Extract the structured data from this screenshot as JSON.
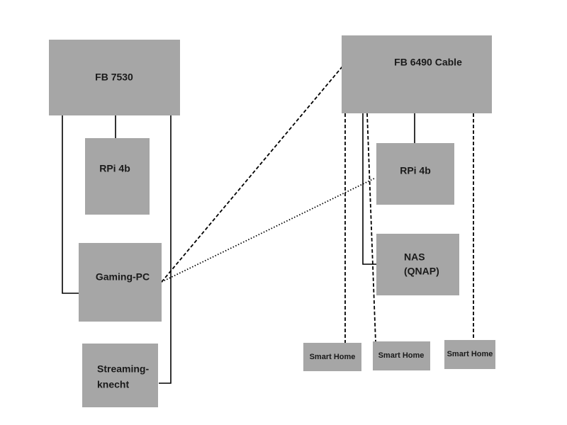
{
  "colors": {
    "node_fill": "#a6a6a6",
    "line": "#000000",
    "background": "#ffffff"
  },
  "nodes": {
    "fb7530": {
      "label": "FB 7530"
    },
    "fb6490": {
      "label": "FB 6490 Cable"
    },
    "rpi_left": {
      "label": "RPi 4b"
    },
    "rpi_right": {
      "label": "RPi 4b"
    },
    "gaming_pc": {
      "label": "Gaming-PC"
    },
    "streaming": {
      "lines": [
        "Streaming-",
        "knecht"
      ]
    },
    "nas": {
      "lines": [
        "NAS",
        "(QNAP)"
      ]
    },
    "smart_home_1": {
      "label": "Smart Home"
    },
    "smart_home_2": {
      "label": "Smart Home"
    },
    "smart_home_3": {
      "label": "Smart Home"
    }
  },
  "connections": [
    {
      "from": "fb7530",
      "to": "rpi_left",
      "style": "solid"
    },
    {
      "from": "fb7530",
      "to": "gaming_pc",
      "style": "solid"
    },
    {
      "from": "fb7530",
      "to": "streaming",
      "style": "solid"
    },
    {
      "from": "gaming_pc",
      "to": "fb6490",
      "style": "dashed"
    },
    {
      "from": "gaming_pc",
      "to": "rpi_right",
      "style": "dotted"
    },
    {
      "from": "fb6490",
      "to": "rpi_right",
      "style": "solid"
    },
    {
      "from": "fb6490",
      "to": "nas",
      "style": "solid"
    },
    {
      "from": "fb6490",
      "to": "smart_home_1",
      "style": "dashed"
    },
    {
      "from": "fb6490",
      "to": "smart_home_2",
      "style": "dashed"
    },
    {
      "from": "fb6490",
      "to": "smart_home_3",
      "style": "dashed"
    }
  ]
}
